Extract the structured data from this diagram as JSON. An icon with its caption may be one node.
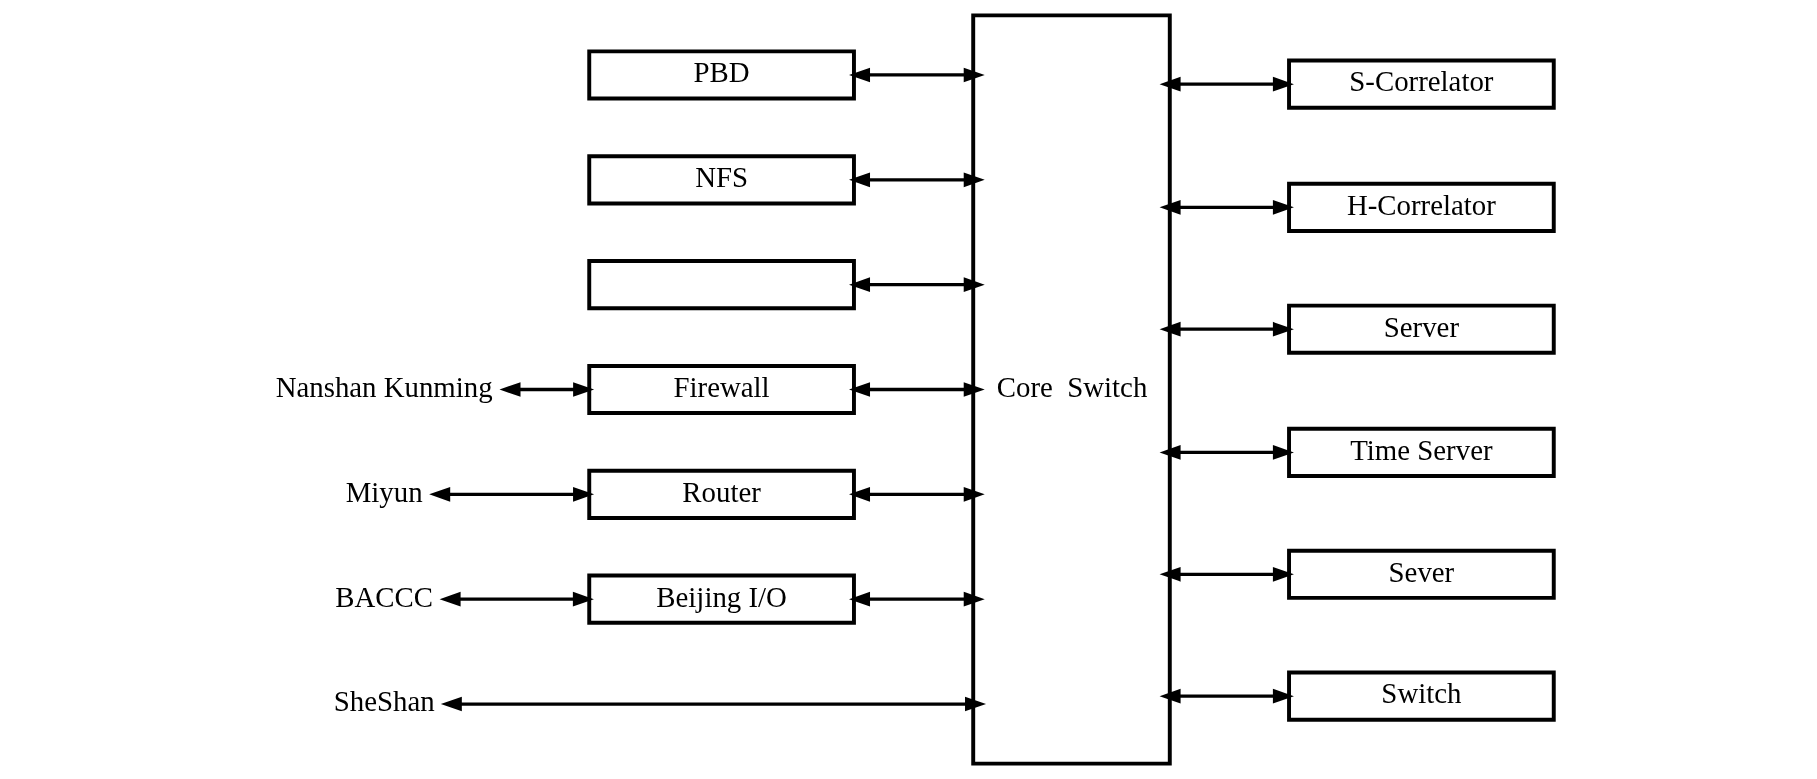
{
  "diagram": {
    "nodes": [
      {
        "text": [
          "PBD"
        ]
      },
      {
        "text": [
          "NFS"
        ]
      },
      {
        "text": [],
        "shape": "box"
      },
      {
        "text": [
          "Firewall"
        ]
      },
      {
        "text": [
          "Router"
        ]
      },
      {
        "text": [
          "Beijing I/O"
        ]
      },
      {
        "text": [
          "Core  Switch"
        ]
      },
      {
        "text": [
          "S-Correlator"
        ]
      },
      {
        "text": [
          "H-Correlator"
        ]
      },
      {
        "text": [
          "Server"
        ]
      },
      {
        "text": [
          "Time Server"
        ]
      },
      {
        "text": [
          "Sever"
        ]
      },
      {
        "text": [
          "Switch"
        ]
      },
      {
        "text": [
          "Nanshan Kunming"
        ]
      },
      {
        "text": [
          "Miyun"
        ]
      },
      {
        "text": [
          "BACCC"
        ]
      },
      {
        "text": [
          "SheShan"
        ]
      }
    ],
    "edges": [
      {
        "from": 0,
        "to": 6,
        "arrow": "both"
      },
      {
        "from": 1,
        "to": 6,
        "arrow": "both"
      },
      {
        "from": 2,
        "to": 6,
        "arrow": "both"
      },
      {
        "from": 3,
        "to": 6,
        "arrow": "both"
      },
      {
        "from": 4,
        "to": 6,
        "arrow": "both"
      },
      {
        "from": 5,
        "to": 6,
        "arrow": "both"
      },
      {
        "from": 6,
        "to": 7,
        "arrow": "both"
      },
      {
        "from": 6,
        "to": 8,
        "arrow": "both"
      },
      {
        "from": 6,
        "to": 9,
        "arrow": "both"
      },
      {
        "from": 6,
        "to": 10,
        "arrow": "both"
      },
      {
        "from": 6,
        "to": 11,
        "arrow": "both"
      },
      {
        "from": 6,
        "to": 12,
        "arrow": "both"
      },
      {
        "from": 13,
        "to": 3,
        "arrow": "both"
      },
      {
        "from": 14,
        "to": 4,
        "arrow": "both"
      },
      {
        "from": 15,
        "to": 5,
        "arrow": "both"
      },
      {
        "from": 16,
        "to": 6,
        "arrow": "both"
      }
    ]
  }
}
